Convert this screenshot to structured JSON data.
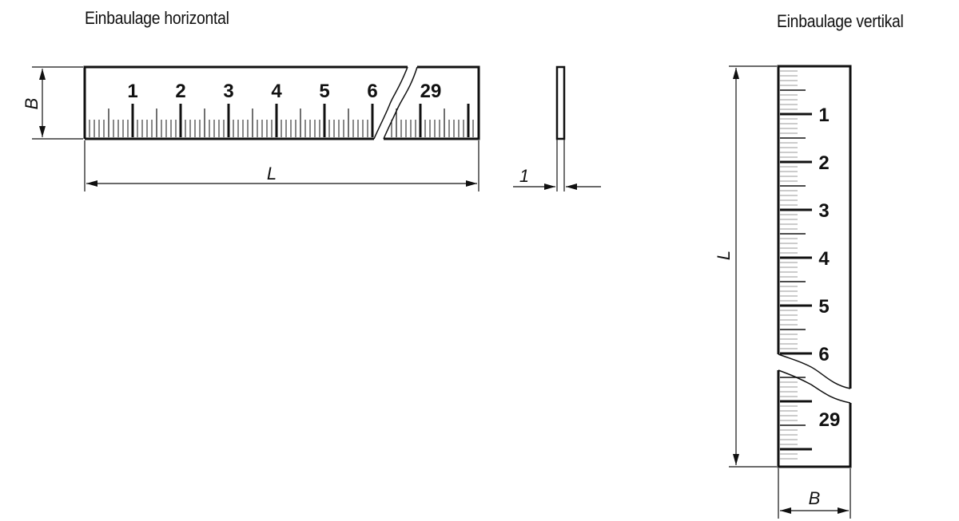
{
  "titles": {
    "horizontal": "Einbaulage horizontal",
    "vertical": "Einbaulage vertikal"
  },
  "horizontal_view": {
    "dimension_width_label": "B",
    "dimension_length_label": "L",
    "scale_numbers": [
      "1",
      "2",
      "3",
      "4",
      "5",
      "6",
      "29"
    ]
  },
  "side_view": {
    "thickness_label": "1"
  },
  "vertical_view": {
    "dimension_length_label": "L",
    "dimension_width_label": "B",
    "scale_numbers": [
      "1",
      "2",
      "3",
      "4",
      "5",
      "6",
      "29"
    ]
  },
  "colors": {
    "line": "#111111",
    "minor_tick_vertical": "#999999",
    "background": "#ffffff"
  }
}
